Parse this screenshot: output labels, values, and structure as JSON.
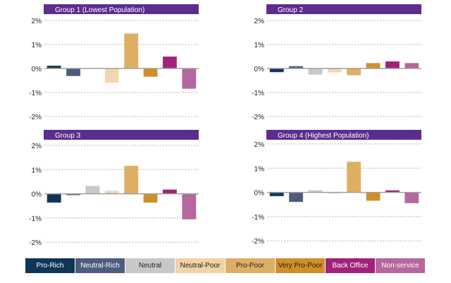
{
  "chart_data": [
    {
      "type": "bar",
      "title": "Group 1 (Lowest Population)",
      "categories": [
        "Pro-Rich",
        "Neutral-Rich",
        "Neutral",
        "Neutral-Poor",
        "Pro-Poor",
        "Very Pro-Poor",
        "Back Office",
        "Non-service"
      ],
      "values": [
        0.12,
        -0.32,
        0.03,
        -0.6,
        1.46,
        -0.35,
        0.5,
        -0.85
      ],
      "unit": "%",
      "ylim": [
        -2,
        2
      ],
      "yticks": [
        "2%",
        "1%",
        "0%",
        "-1%",
        "-2%"
      ],
      "ytick_values": [
        2,
        1,
        0,
        -1,
        -2
      ],
      "grid": true,
      "xlabel": "",
      "ylabel": ""
    },
    {
      "type": "bar",
      "title": "Group 2",
      "categories": [
        "Pro-Rich",
        "Neutral-Rich",
        "Neutral",
        "Neutral-Poor",
        "Pro-Poor",
        "Very Pro-Poor",
        "Back Office",
        "Non-service"
      ],
      "values": [
        -0.16,
        0.1,
        -0.26,
        -0.17,
        -0.29,
        0.23,
        0.3,
        0.23
      ],
      "unit": "%",
      "ylim": [
        -2,
        2
      ],
      "yticks": [
        "2%",
        "1%",
        "0%",
        "-1%",
        "-2%"
      ],
      "ytick_values": [
        2,
        1,
        0,
        -1,
        -2
      ],
      "grid": true,
      "xlabel": "",
      "ylabel": ""
    },
    {
      "type": "bar",
      "title": "Group 3",
      "categories": [
        "Pro-Rich",
        "Neutral-Rich",
        "Neutral",
        "Neutral-Poor",
        "Pro-Poor",
        "Very Pro-Poor",
        "Back Office",
        "Non-service"
      ],
      "values": [
        -0.37,
        -0.06,
        0.33,
        0.13,
        1.16,
        -0.37,
        0.18,
        -1.06
      ],
      "unit": "%",
      "ylim": [
        -2,
        2
      ],
      "yticks": [
        "2%",
        "1%",
        "0%",
        "-1%",
        "-2%"
      ],
      "ytick_values": [
        2,
        1,
        0,
        -1,
        -2
      ],
      "grid": true,
      "xlabel": "",
      "ylabel": ""
    },
    {
      "type": "bar",
      "title": "Group 4 (Highest Population)",
      "categories": [
        "Pro-Rich",
        "Neutral-Rich",
        "Neutral",
        "Neutral-Poor",
        "Pro-Poor",
        "Very Pro-Poor",
        "Back Office",
        "Non-service"
      ],
      "values": [
        -0.16,
        -0.4,
        0.09,
        -0.05,
        1.27,
        -0.35,
        0.09,
        -0.45
      ],
      "unit": "%",
      "ylim": [
        -2,
        2
      ],
      "yticks": [
        "2%",
        "1%",
        "0%",
        "-1%",
        "-2%"
      ],
      "ytick_values": [
        2,
        1,
        0,
        -1,
        -2
      ],
      "grid": true,
      "xlabel": "",
      "ylabel": ""
    }
  ],
  "legend": {
    "placement": "bottom",
    "items": [
      {
        "label": "Pro-Rich",
        "color": "#0f3557",
        "text_color": "#ffffff"
      },
      {
        "label": "Neutral-Rich",
        "color": "#4d5c7d",
        "text_color": "#ffffff"
      },
      {
        "label": "Neutral",
        "color": "#c8c8c8",
        "text_color": "#222222"
      },
      {
        "label": "Neutral-Poor",
        "color": "#f0d2a4",
        "text_color": "#222222"
      },
      {
        "label": "Pro-Poor",
        "color": "#ddaf64",
        "text_color": "#222222"
      },
      {
        "label": "Very Pro-Poor",
        "color": "#d18f2a",
        "text_color": "#222222"
      },
      {
        "label": "Back Office",
        "color": "#a0227a",
        "text_color": "#ffffff"
      },
      {
        "label": "Non-service",
        "color": "#b6679d",
        "text_color": "#ffffff"
      }
    ]
  },
  "colors": {
    "header": "#5b2d8e",
    "header_text": "#ffffff",
    "gridline": "#b0b0b0",
    "zero_line": "#a0a0a0",
    "bars": [
      "#0f3557",
      "#4d5c7d",
      "#c8c8c8",
      "#f1d7b1",
      "#ddaf64",
      "#d18f2a",
      "#a0227a",
      "#b6679d"
    ]
  }
}
